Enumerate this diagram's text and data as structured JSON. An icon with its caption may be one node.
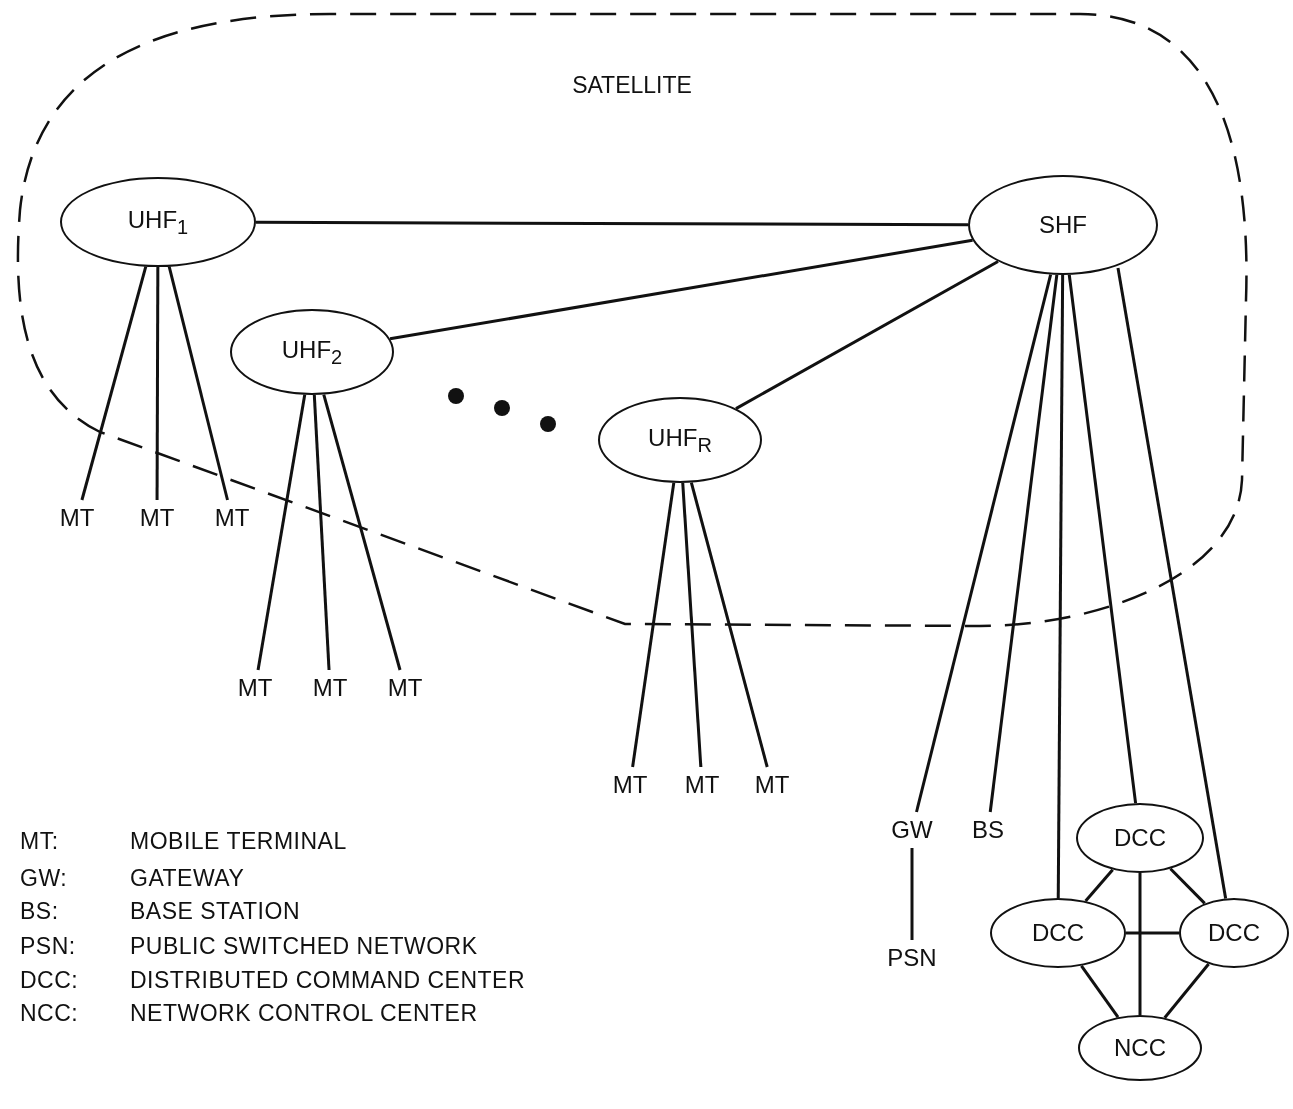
{
  "diagram": {
    "nodes": [
      {
        "text": [
          "SATELLITE"
        ]
      },
      {
        "text": [
          "UHF$_{1}$"
        ],
        "in": 0
      },
      {
        "text": [
          "UHF$_{2}$"
        ],
        "in": 0
      },
      {
        "text": [
          "UHF$_{R}$"
        ],
        "in": 0
      },
      {
        "text": [
          "SHF"
        ],
        "in": 0
      },
      {
        "text": [
          "MT"
        ]
      },
      {
        "text": [
          "MT"
        ]
      },
      {
        "text": [
          "MT"
        ]
      },
      {
        "text": [
          "MT"
        ]
      },
      {
        "text": [
          "MT"
        ]
      },
      {
        "text": [
          "MT"
        ]
      },
      {
        "text": [
          "MT"
        ]
      },
      {
        "text": [
          "MT"
        ]
      },
      {
        "text": [
          "MT"
        ]
      },
      {
        "text": [
          "GW"
        ]
      },
      {
        "text": [
          "BS"
        ]
      },
      {
        "text": [
          "DCC"
        ]
      },
      {
        "text": [
          "DCC"
        ]
      },
      {
        "text": [
          "DCC"
        ]
      },
      {
        "text": [
          "NCC"
        ]
      },
      {
        "text": [
          "PSN"
        ]
      }
    ],
    "edges": [
      {
        "from": 1,
        "to": 4,
        "arrow": "none"
      },
      {
        "from": 2,
        "to": 4,
        "arrow": "none"
      },
      {
        "from": 3,
        "to": 4,
        "arrow": "none"
      },
      {
        "from": 1,
        "to": 5,
        "arrow": "none"
      },
      {
        "from": 1,
        "to": 6,
        "arrow": "none"
      },
      {
        "from": 1,
        "to": 7,
        "arrow": "none"
      },
      {
        "from": 2,
        "to": 8,
        "arrow": "none"
      },
      {
        "from": 2,
        "to": 9,
        "arrow": "none"
      },
      {
        "from": 2,
        "to": 10,
        "arrow": "none"
      },
      {
        "from": 3,
        "to": 11,
        "arrow": "none"
      },
      {
        "from": 3,
        "to": 12,
        "arrow": "none"
      },
      {
        "from": 3,
        "to": 13,
        "arrow": "none"
      },
      {
        "from": 4,
        "to": 14,
        "arrow": "none"
      },
      {
        "from": 4,
        "to": 15,
        "arrow": "none"
      },
      {
        "from": 4,
        "to": 17,
        "arrow": "none"
      },
      {
        "from": 4,
        "to": 16,
        "arrow": "none"
      },
      {
        "from": 4,
        "to": 18,
        "arrow": "none"
      },
      {
        "from": 14,
        "to": 20,
        "arrow": "none"
      },
      {
        "from": 16,
        "to": 17,
        "arrow": "none"
      },
      {
        "from": 16,
        "to": 18,
        "arrow": "none"
      },
      {
        "from": 16,
        "to": 19,
        "arrow": "none"
      },
      {
        "from": 17,
        "to": 18,
        "arrow": "none"
      },
      {
        "from": 17,
        "to": 19,
        "arrow": "none"
      },
      {
        "from": 18,
        "to": 19,
        "arrow": "none"
      }
    ],
    "labels": [
      "MT:",
      "MOBILE TERMINAL",
      "GW:",
      "GATEWAY",
      "BS:",
      "BASE STATION",
      "PSN:",
      "PUBLIC SWITCHED NETWORK",
      "DCC:",
      "DISTRIBUTED COMMAND CENTER",
      "NCC:",
      "NETWORK CONTROL CENTER"
    ]
  }
}
